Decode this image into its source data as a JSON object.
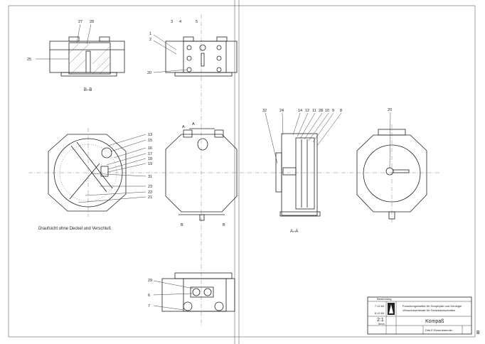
{
  "drawing": {
    "views": {
      "section_bb": {
        "title": "B–B",
        "labels": [
          "27",
          "28",
          "25"
        ]
      },
      "front_view": {
        "labels": [
          "1",
          "2",
          "3",
          "4",
          "5",
          "20"
        ]
      },
      "top_view_open": {
        "caption": "Draufsicht ohne Deckel und Verschluß",
        "labels": [
          "13",
          "15",
          "16",
          "17",
          "18",
          "19",
          "31",
          "23",
          "22",
          "21"
        ]
      },
      "top_view": {
        "section_marks": [
          "A",
          "A",
          "B",
          "B"
        ]
      },
      "section_aa": {
        "title": "A–A",
        "labels": [
          "32",
          "24",
          "14",
          "12",
          "11",
          "28",
          "10",
          "9",
          "8"
        ]
      },
      "side_view": {
        "labels": [
          "20"
        ]
      },
      "bottom_view": {
        "labels": [
          "29",
          "6",
          "7"
        ]
      }
    },
    "title_block": {
      "header": "Benennung",
      "date1": "7.12.84",
      "date2": "8.12.84",
      "scale": "2:1",
      "scale_sub": "5mm",
      "institution_line1": "Forschungsinstitut für Geophysik und Geologie",
      "institution_line2": "Versuchswerkstatt für Geowissenschaften",
      "title": "Kompaß",
      "author": "Dirk E.Rosenbaender",
      "sheet_marker": "B"
    }
  }
}
